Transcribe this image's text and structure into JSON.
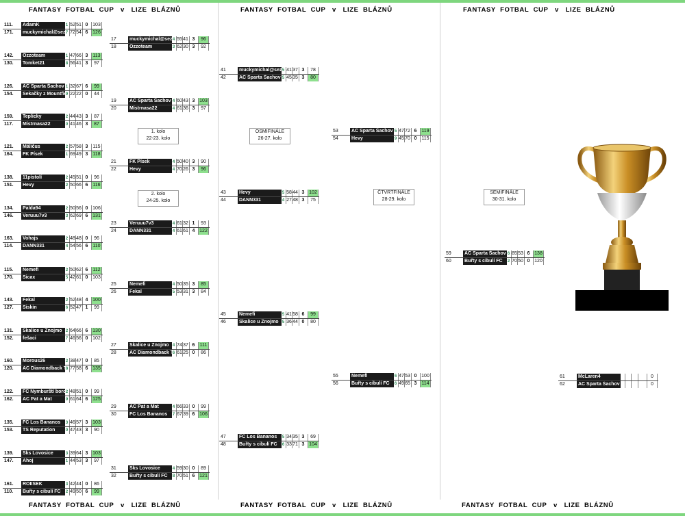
{
  "banner": "FANTASY  FOTBAL  CUP   v   LIZE  BLÁZNŮ",
  "round_labels": {
    "r1": {
      "name": "1. kolo",
      "dates": "22-23. kolo"
    },
    "r2": {
      "name": "2. kolo",
      "dates": "24-25. kolo"
    },
    "r3": {
      "name": "OSMIFINÁLE",
      "dates": "26-27. kolo"
    },
    "r4": {
      "name": "ČTVRTFINÁLE",
      "dates": "28-29. kolo"
    },
    "r5": {
      "name": "SEMIFINÁLE",
      "dates": "30-31. kolo"
    }
  },
  "rounds": {
    "r1": [
      {
        "top": {
          "seed": "111.",
          "name": "AdamK",
          "num": "1",
          "a": "52",
          "b": "51",
          "pts": "0",
          "total": "103",
          "win": false
        },
        "bottom": {
          "seed": "171.",
          "name": "muckymichal@sezn",
          "num": "7",
          "a": "72",
          "b": "54",
          "pts": "6",
          "total": "126",
          "win": true
        }
      },
      {
        "top": {
          "seed": "142.",
          "name": "Ozzoteam",
          "num": "1",
          "a": "47",
          "b": "66",
          "pts": "3",
          "total": "113",
          "win": true
        },
        "bottom": {
          "seed": "130.",
          "name": "Tomket21",
          "num": "8",
          "a": "56",
          "b": "41",
          "pts": "3",
          "total": "97",
          "win": false
        }
      },
      {
        "top": {
          "seed": "126.",
          "name": "AC Sparta Šachov",
          "num": "1",
          "a": "32",
          "b": "67",
          "pts": "6",
          "total": "99",
          "win": true
        },
        "bottom": {
          "seed": "154.",
          "name": "Sekačky z Mountfie",
          "num": "9",
          "a": "22",
          "b": "22",
          "pts": "0",
          "total": "44",
          "win": false
        }
      },
      {
        "top": {
          "seed": "159.",
          "name": "Teplicky",
          "num": "2",
          "a": "44",
          "b": "43",
          "pts": "3",
          "total": "87",
          "win": false
        },
        "bottom": {
          "seed": "117.",
          "name": "Mistrnasa22",
          "num": "0",
          "a": "41",
          "b": "46",
          "pts": "3",
          "total": "87",
          "win": true
        }
      },
      {
        "top": {
          "seed": "121.",
          "name": "Máličus",
          "num": "2",
          "a": "57",
          "b": "58",
          "pts": "3",
          "total": "115",
          "win": false
        },
        "bottom": {
          "seed": "164.",
          "name": "FK Písek",
          "num": "1",
          "a": "69",
          "b": "49",
          "pts": "3",
          "total": "118",
          "win": true
        }
      },
      {
        "top": {
          "seed": "138.",
          "name": "11pistolí",
          "num": "2",
          "a": "45",
          "b": "51",
          "pts": "0",
          "total": "96",
          "win": false
        },
        "bottom": {
          "seed": "151.",
          "name": "Hevy",
          "num": "2",
          "a": "50",
          "b": "66",
          "pts": "6",
          "total": "116",
          "win": true
        }
      },
      {
        "top": {
          "seed": "134.",
          "name": "Palda94",
          "num": "2",
          "a": "50",
          "b": "56",
          "pts": "0",
          "total": "106",
          "win": false
        },
        "bottom": {
          "seed": "146.",
          "name": "Veruuu7v3",
          "num": "3",
          "a": "62",
          "b": "69",
          "pts": "6",
          "total": "131",
          "win": true
        }
      },
      {
        "top": {
          "seed": "163.",
          "name": "Vohajs",
          "num": "2",
          "a": "48",
          "b": "48",
          "pts": "0",
          "total": "96",
          "win": false
        },
        "bottom": {
          "seed": "114.",
          "name": "DANN331",
          "num": "4",
          "a": "54",
          "b": "56",
          "pts": "6",
          "total": "110",
          "win": true
        }
      },
      {
        "top": {
          "seed": "115.",
          "name": "Nemefi",
          "num": "2",
          "a": "50",
          "b": "62",
          "pts": "6",
          "total": "112",
          "win": true
        },
        "bottom": {
          "seed": "170.",
          "name": "Sicax",
          "num": "5",
          "a": "42",
          "b": "61",
          "pts": "0",
          "total": "103",
          "win": false
        }
      },
      {
        "top": {
          "seed": "143.",
          "name": "Fekal",
          "num": "2",
          "a": "52",
          "b": "48",
          "pts": "4",
          "total": "100",
          "win": true
        },
        "bottom": {
          "seed": "127.",
          "name": "Siskin",
          "num": "6",
          "a": "52",
          "b": "47",
          "pts": "1",
          "total": "99",
          "win": false
        }
      },
      {
        "top": {
          "seed": "131.",
          "name": "Skalice u Znojmo",
          "num": "2",
          "a": "64",
          "b": "66",
          "pts": "6",
          "total": "130",
          "win": true
        },
        "bottom": {
          "seed": "152.",
          "name": "fešaci",
          "num": "7",
          "a": "46",
          "b": "56",
          "pts": "0",
          "total": "102",
          "win": false
        }
      },
      {
        "top": {
          "seed": "160.",
          "name": "Morous26",
          "num": "2",
          "a": "38",
          "b": "47",
          "pts": "0",
          "total": "85",
          "win": false
        },
        "bottom": {
          "seed": "120.",
          "name": "AC Diamondback Te",
          "num": "8",
          "a": "77",
          "b": "58",
          "pts": "6",
          "total": "135",
          "win": true
        }
      },
      {
        "top": {
          "seed": "122.",
          "name": "FC Nymburští borci",
          "num": "2",
          "a": "48",
          "b": "51",
          "pts": "0",
          "total": "99",
          "win": false
        },
        "bottom": {
          "seed": "162.",
          "name": "AC Pat a Mat",
          "num": "9",
          "a": "61",
          "b": "64",
          "pts": "6",
          "total": "125",
          "win": true
        }
      },
      {
        "top": {
          "seed": "135.",
          "name": "FC Los Bananos",
          "num": "3",
          "a": "46",
          "b": "57",
          "pts": "3",
          "total": "103",
          "win": true
        },
        "bottom": {
          "seed": "153.",
          "name": "TS Reputation",
          "num": "0",
          "a": "47",
          "b": "43",
          "pts": "3",
          "total": "90",
          "win": false
        }
      },
      {
        "top": {
          "seed": "139.",
          "name": "Sks Lovosice",
          "num": "3",
          "a": "39",
          "b": "64",
          "pts": "3",
          "total": "103",
          "win": true
        },
        "bottom": {
          "seed": "147.",
          "name": "Ahoj",
          "num": "1",
          "a": "44",
          "b": "53",
          "pts": "3",
          "total": "97",
          "win": false
        }
      },
      {
        "top": {
          "seed": "161.",
          "name": "ROIISEK",
          "num": "3",
          "a": "42",
          "b": "44",
          "pts": "0",
          "total": "86",
          "win": false
        },
        "bottom": {
          "seed": "110.",
          "name": "Buřty s cibulí FC",
          "num": "2",
          "a": "49",
          "b": "50",
          "pts": "6",
          "total": "99",
          "win": true
        }
      }
    ],
    "r2": [
      {
        "top": {
          "seed": "17",
          "name": "muckymichal@sezn",
          "num": "4",
          "a": "55",
          "b": "41",
          "pts": "3",
          "total": "96",
          "win": true
        },
        "bottom": {
          "seed": "18",
          "name": "Ozzoteam",
          "num": "3",
          "a": "62",
          "b": "30",
          "pts": "3",
          "total": "92",
          "win": false
        }
      },
      {
        "top": {
          "seed": "19",
          "name": "AC Sparta Šachov",
          "num": "4",
          "a": "60",
          "b": "43",
          "pts": "3",
          "total": "103",
          "win": true
        },
        "bottom": {
          "seed": "20",
          "name": "Mistrnasa22",
          "num": "4",
          "a": "61",
          "b": "36",
          "pts": "3",
          "total": "97",
          "win": false
        }
      },
      {
        "top": {
          "seed": "21",
          "name": "FK Písek",
          "num": "4",
          "a": "50",
          "b": "40",
          "pts": "3",
          "total": "90",
          "win": false
        },
        "bottom": {
          "seed": "22",
          "name": "Hevy",
          "num": "4",
          "a": "70",
          "b": "26",
          "pts": "3",
          "total": "96",
          "win": true
        }
      },
      {
        "top": {
          "seed": "23",
          "name": "Veruuu7v3",
          "num": "4",
          "a": "61",
          "b": "32",
          "pts": "1",
          "total": "93",
          "win": false
        },
        "bottom": {
          "seed": "24",
          "name": "DANN331",
          "num": "4",
          "a": "61",
          "b": "61",
          "pts": "4",
          "total": "122",
          "win": true
        }
      },
      {
        "top": {
          "seed": "25",
          "name": "Nemefi",
          "num": "4",
          "a": "50",
          "b": "35",
          "pts": "3",
          "total": "85",
          "win": true
        },
        "bottom": {
          "seed": "26",
          "name": "Fekal",
          "num": "5",
          "a": "53",
          "b": "31",
          "pts": "3",
          "total": "84",
          "win": false
        }
      },
      {
        "top": {
          "seed": "27",
          "name": "Skalice u Znojmo",
          "num": "4",
          "a": "74",
          "b": "37",
          "pts": "6",
          "total": "111",
          "win": true
        },
        "bottom": {
          "seed": "28",
          "name": "AC Diamondback Te",
          "num": "6",
          "a": "61",
          "b": "25",
          "pts": "0",
          "total": "86",
          "win": false
        }
      },
      {
        "top": {
          "seed": "29",
          "name": "AC Pat a Mat",
          "num": "4",
          "a": "66",
          "b": "33",
          "pts": "0",
          "total": "99",
          "win": false
        },
        "bottom": {
          "seed": "30",
          "name": "FC Los Bananos",
          "num": "7",
          "a": "67",
          "b": "39",
          "pts": "6",
          "total": "106",
          "win": true
        }
      },
      {
        "top": {
          "seed": "31",
          "name": "Sks Lovosice",
          "num": "4",
          "a": "59",
          "b": "30",
          "pts": "0",
          "total": "89",
          "win": false
        },
        "bottom": {
          "seed": "32",
          "name": "Buřty s cibulí FC",
          "num": "8",
          "a": "70",
          "b": "51",
          "pts": "6",
          "total": "121",
          "win": true
        }
      }
    ],
    "r3": [
      {
        "top": {
          "seed": "41",
          "name": "muckymichal@sezn",
          "num": "5",
          "a": "41",
          "b": "37",
          "pts": "3",
          "total": "78",
          "win": false
        },
        "bottom": {
          "seed": "42",
          "name": "AC Sparta Šachov",
          "num": "5",
          "a": "45",
          "b": "35",
          "pts": "3",
          "total": "80",
          "win": true
        }
      },
      {
        "top": {
          "seed": "43",
          "name": "Hevy",
          "num": "5",
          "a": "58",
          "b": "44",
          "pts": "3",
          "total": "102",
          "win": true
        },
        "bottom": {
          "seed": "44",
          "name": "DANN331",
          "num": "4",
          "a": "27",
          "b": "48",
          "pts": "3",
          "total": "75",
          "win": false
        }
      },
      {
        "top": {
          "seed": "45",
          "name": "Nemefi",
          "num": "5",
          "a": "41",
          "b": "58",
          "pts": "6",
          "total": "99",
          "win": true
        },
        "bottom": {
          "seed": "46",
          "name": "Skalice u Znojmo",
          "num": "5",
          "a": "36",
          "b": "44",
          "pts": "0",
          "total": "80",
          "win": false
        }
      },
      {
        "top": {
          "seed": "47",
          "name": "FC Los Bananos",
          "num": "5",
          "a": "34",
          "b": "35",
          "pts": "3",
          "total": "69",
          "win": false
        },
        "bottom": {
          "seed": "48",
          "name": "Buřty s cibulí FC",
          "num": "6",
          "a": "33",
          "b": "71",
          "pts": "3",
          "total": "104",
          "win": true
        }
      }
    ],
    "r4": [
      {
        "top": {
          "seed": "53",
          "name": "AC Sparta Šachov",
          "num": "5",
          "a": "47",
          "b": "72",
          "pts": "6",
          "total": "119",
          "win": true
        },
        "bottom": {
          "seed": "54",
          "name": "Hevy",
          "num": "9",
          "a": "45",
          "b": "70",
          "pts": "0",
          "total": "115",
          "win": false
        }
      },
      {
        "top": {
          "seed": "55",
          "name": "Nemefi",
          "num": "6",
          "a": "47",
          "b": "53",
          "pts": "0",
          "total": "100",
          "win": false
        },
        "bottom": {
          "seed": "56",
          "name": "Buřty s cibulí FC",
          "num": "6",
          "a": "49",
          "b": "65",
          "pts": "3",
          "total": "114",
          "win": true
        }
      }
    ],
    "r5": [
      {
        "top": {
          "seed": "59",
          "name": "AC Sparta Šachov",
          "num": "6",
          "a": "85",
          "b": "53",
          "pts": "6",
          "total": "138",
          "win": true
        },
        "bottom": {
          "seed": "60",
          "name": "Buřty s cibulí FC",
          "num": "2",
          "a": "70",
          "b": "50",
          "pts": "0",
          "total": "120",
          "win": false
        }
      }
    ],
    "final": [
      {
        "top": {
          "seed": "61",
          "name": "McLaren4",
          "num": "",
          "a": "",
          "b": "",
          "pts": "",
          "total": "0",
          "win": false
        },
        "bottom": {
          "seed": "62",
          "name": "AC Sparta Šachov",
          "num": "",
          "a": "",
          "b": "",
          "pts": "",
          "total": "0",
          "win": false
        }
      }
    ]
  },
  "colors": {
    "accent_bar": "#7ed67e",
    "win_cell": "#8ee08e",
    "name_bg": "#1b1b1b"
  }
}
